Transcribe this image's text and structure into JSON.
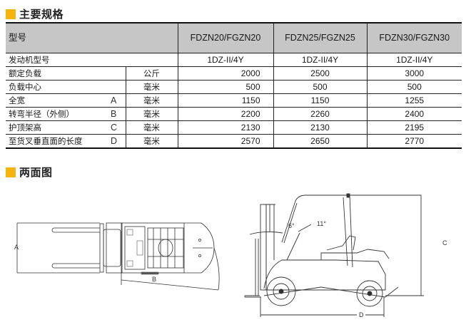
{
  "sections": {
    "specs_title": "主要规格",
    "diagram_title": "两面图"
  },
  "table": {
    "header": {
      "label": "型号",
      "models": [
        "FDZN20/FGZN20",
        "FDZN25/FGZN25",
        "FDZN30/FGZN30"
      ]
    },
    "rows": [
      {
        "name": "发动机型号",
        "code": "",
        "unit": "",
        "values": [
          "1DZ-II/4Y",
          "1DZ-II/4Y",
          "1DZ-II/4Y"
        ]
      },
      {
        "name": "额定负载",
        "code": "",
        "unit": "公斤",
        "values": [
          "2000",
          "2500",
          "3000"
        ]
      },
      {
        "name": "负载中心",
        "code": "",
        "unit": "毫米",
        "values": [
          "500",
          "500",
          "500"
        ]
      },
      {
        "name": "全宽",
        "code": "A",
        "unit": "毫米",
        "values": [
          "1150",
          "1150",
          "1255"
        ]
      },
      {
        "name": "转弯半径（外侧）",
        "code": "B",
        "unit": "毫米",
        "values": [
          "2200",
          "2260",
          "2400"
        ]
      },
      {
        "name": "护顶架高",
        "code": "C",
        "unit": "毫米",
        "values": [
          "2130",
          "2130",
          "2195"
        ]
      },
      {
        "name": "至货叉垂直面的长度",
        "code": "D",
        "unit": "毫米",
        "values": [
          "2570",
          "2650",
          "2770"
        ]
      }
    ]
  },
  "diagrams": {
    "top_view": {
      "dim_a": "A",
      "dim_b": "B"
    },
    "side_view": {
      "dim_c": "C",
      "dim_d": "D",
      "angle_forward": "6°",
      "angle_backward": "11°"
    }
  },
  "colors": {
    "marker": "#f6b40e",
    "header_bg": "#c6c6c6"
  }
}
